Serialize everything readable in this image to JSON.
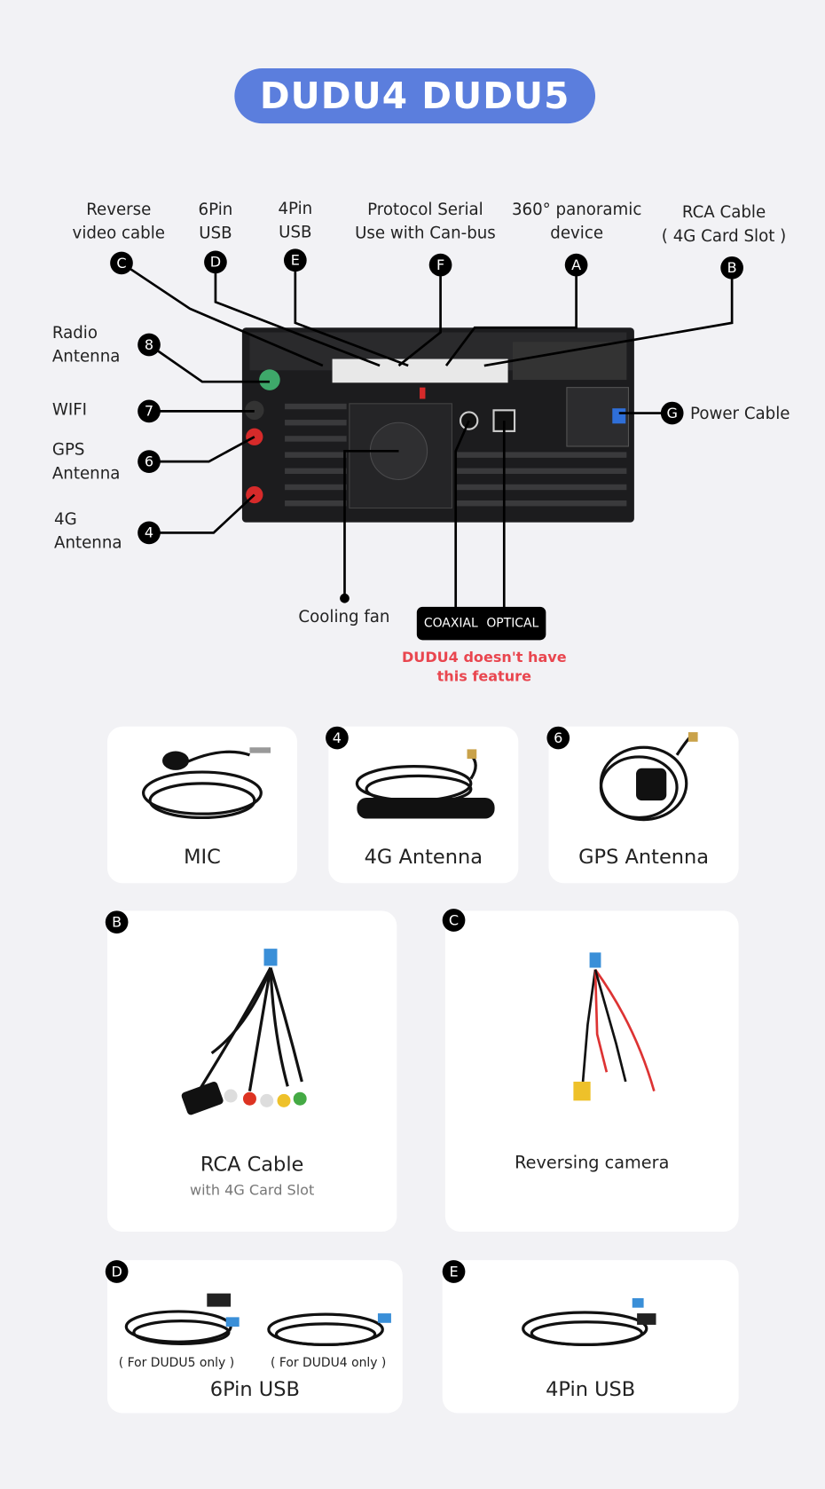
{
  "title": "DUDU4  DUDU5",
  "top_labels": [
    {
      "marker": "C",
      "text1": "Reverse",
      "text2": "video cable"
    },
    {
      "marker": "D",
      "text1": "6Pin",
      "text2": "USB"
    },
    {
      "marker": "E",
      "text1": "4Pin",
      "text2": "USB"
    },
    {
      "marker": "F",
      "text1": "Protocol Serial",
      "text2": "Use with Can-bus"
    },
    {
      "marker": "A",
      "text1": "360° panoramic",
      "text2": "device"
    },
    {
      "marker": "B",
      "text1": "RCA Cable",
      "text2": "( 4G Card Slot )"
    }
  ],
  "left_labels": [
    {
      "marker": "8",
      "text1": "Radio",
      "text2": "Antenna"
    },
    {
      "marker": "7",
      "text1": "WIFI",
      "text2": ""
    },
    {
      "marker": "6",
      "text1": "GPS",
      "text2": "Antenna"
    },
    {
      "marker": "4",
      "text1": "4G",
      "text2": "Antenna"
    }
  ],
  "right_label": {
    "marker": "G",
    "text": "Power Cable"
  },
  "cooling_fan": "Cooling fan",
  "audio_box": {
    "coaxial": "COAXIAL",
    "optical": "OPTICAL"
  },
  "warning": {
    "line1": "DUDU4 doesn't have",
    "line2": "this feature",
    "color": "#e9464f"
  },
  "accent": "#5b7edd",
  "cards": {
    "mic": {
      "title": "MIC"
    },
    "antenna4g": {
      "marker": "4",
      "title": "4G Antenna"
    },
    "gps": {
      "marker": "6",
      "title": "GPS Antenna"
    },
    "rca": {
      "marker": "B",
      "title": "RCA Cable",
      "subtitle": "with 4G Card Slot"
    },
    "camera": {
      "marker": "C",
      "title": "Reversing camera"
    },
    "usb6": {
      "marker": "D",
      "title": "6Pin  USB",
      "note1": "( For DUDU5 only )",
      "note2": "( For DUDU4 only )"
    },
    "usb4": {
      "marker": "E",
      "title": "4Pin USB"
    }
  }
}
